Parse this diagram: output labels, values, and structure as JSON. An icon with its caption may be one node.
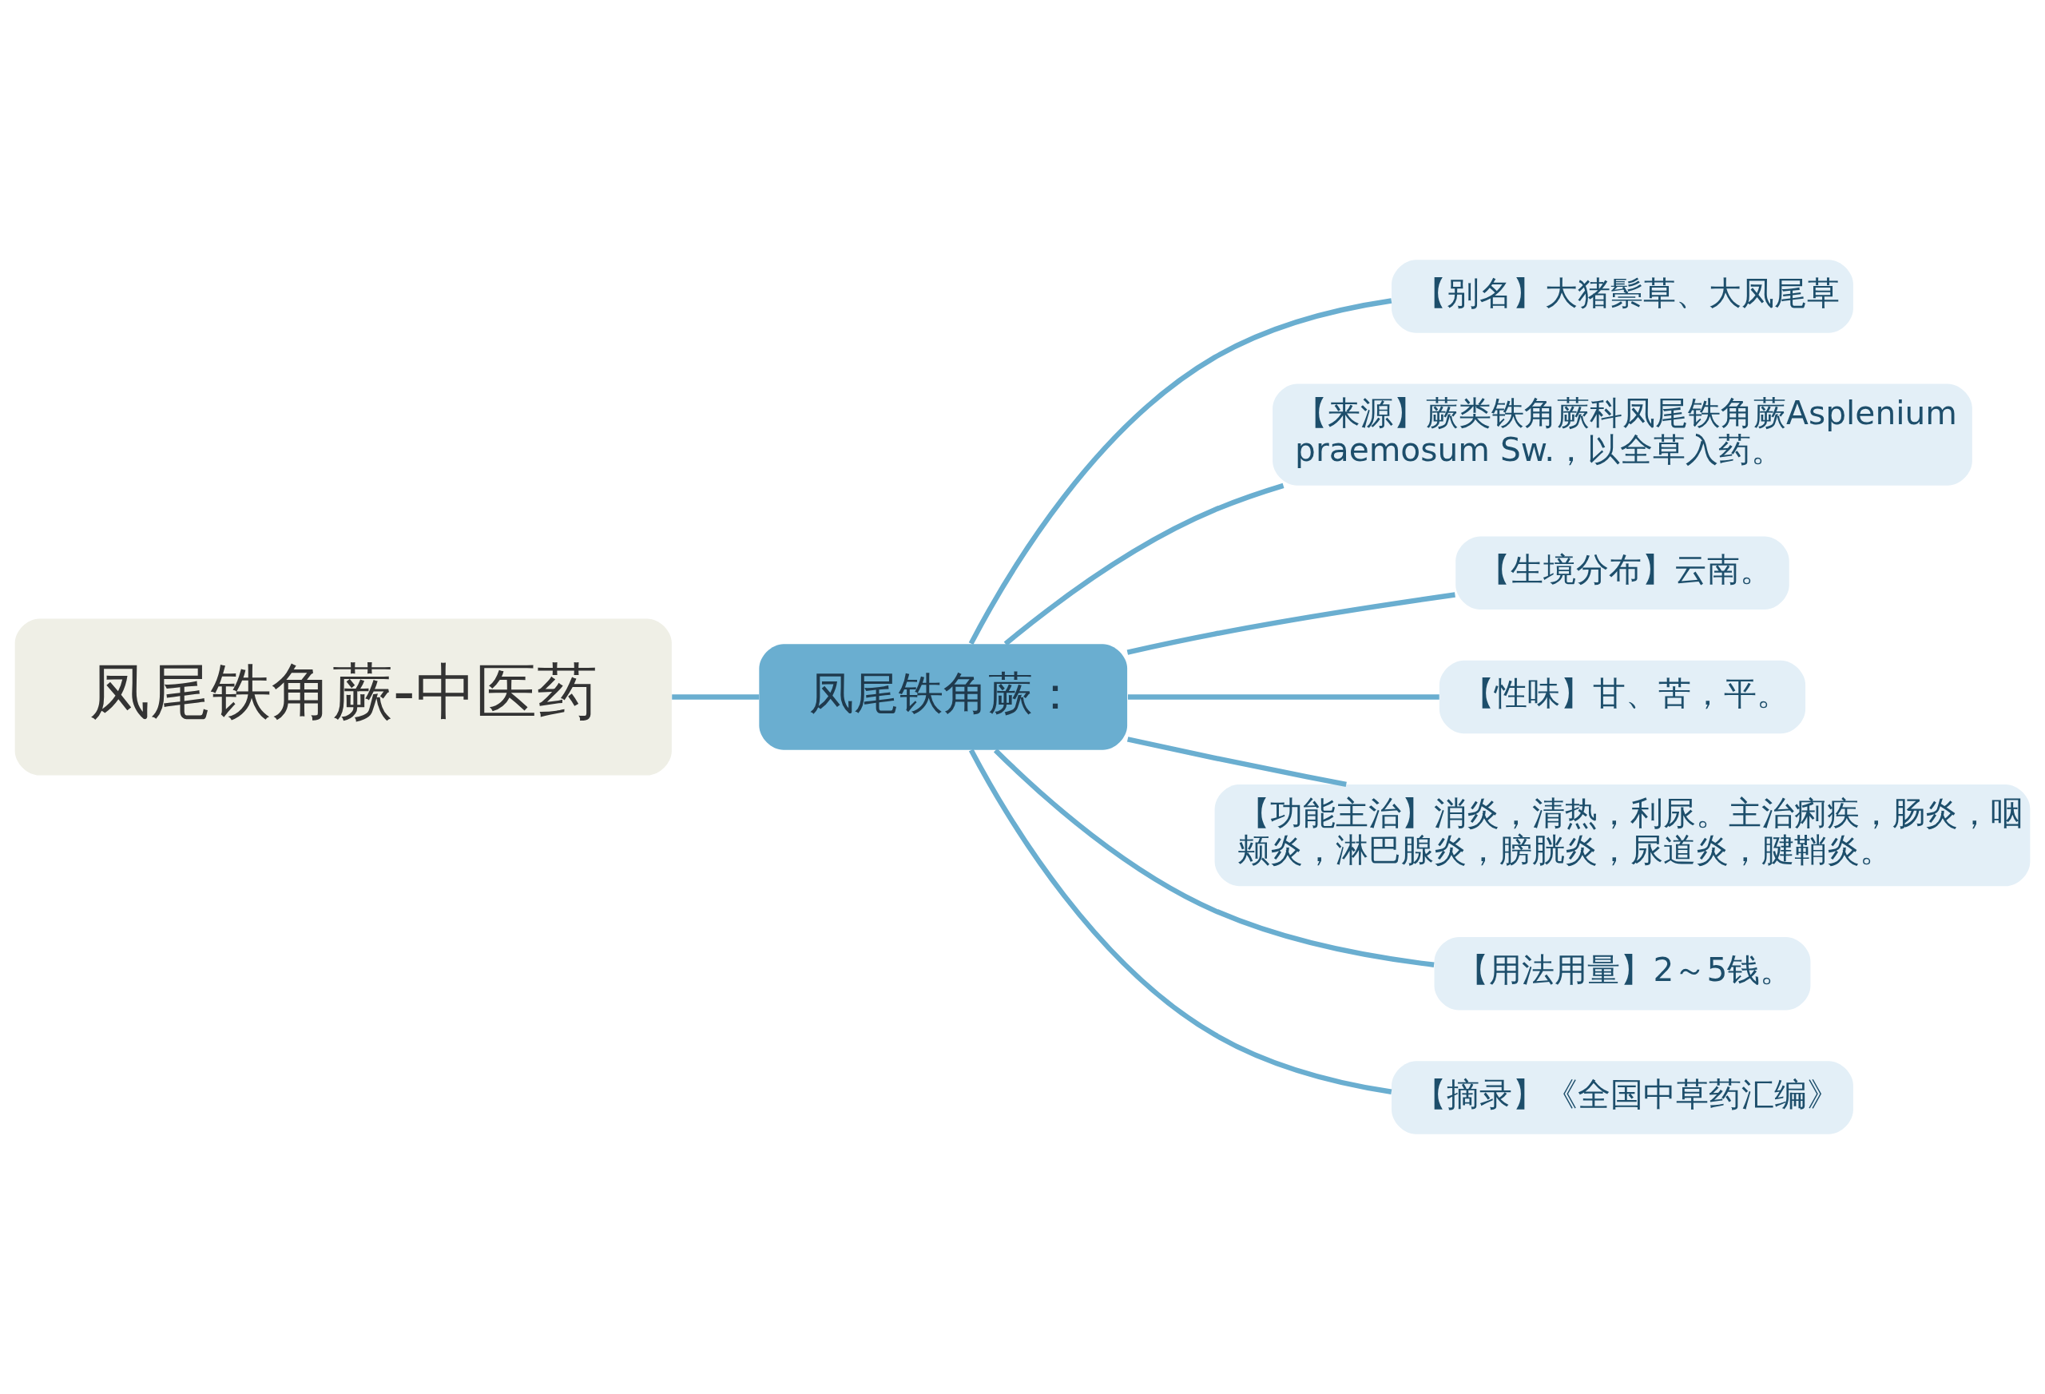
{
  "diagram": {
    "nodes": [
      {
        "text": [
          "凤尾铁角蕨-中医药"
        ]
      },
      {
        "text": [
          "凤尾铁角蕨："
        ]
      },
      {
        "text": [
          "【别名】大猪鬃草、大凤尾草"
        ]
      },
      {
        "text": [
          "【来源】蕨类铁角蕨科凤尾铁角蕨Asplenium praemosum Sw.，以全草入药。"
        ]
      },
      {
        "text": [
          "【生境分布】云南。"
        ]
      },
      {
        "text": [
          "【性味】甘、苦，平。"
        ]
      },
      {
        "text": [
          "【功能主治】消炎，清热，利尿。主治痢疾，肠炎，咽颊炎，淋巴腺炎，膀胱炎，尿道炎，腱鞘炎。"
        ]
      },
      {
        "text": [
          "【用法用量】2～5钱。"
        ]
      },
      {
        "text": [
          "【摘录】《全国中草药汇编》"
        ]
      }
    ],
    "edges": [
      {
        "from": 0,
        "to": 1,
        "arrow": "none"
      },
      {
        "from": 1,
        "to": 2,
        "arrow": "none"
      },
      {
        "from": 1,
        "to": 3,
        "arrow": "none"
      },
      {
        "from": 1,
        "to": 4,
        "arrow": "none"
      },
      {
        "from": 1,
        "to": 5,
        "arrow": "none"
      },
      {
        "from": 1,
        "to": 6,
        "arrow": "none"
      },
      {
        "from": 1,
        "to": 7,
        "arrow": "none"
      },
      {
        "from": 1,
        "to": 8,
        "arrow": "none"
      }
    ]
  }
}
